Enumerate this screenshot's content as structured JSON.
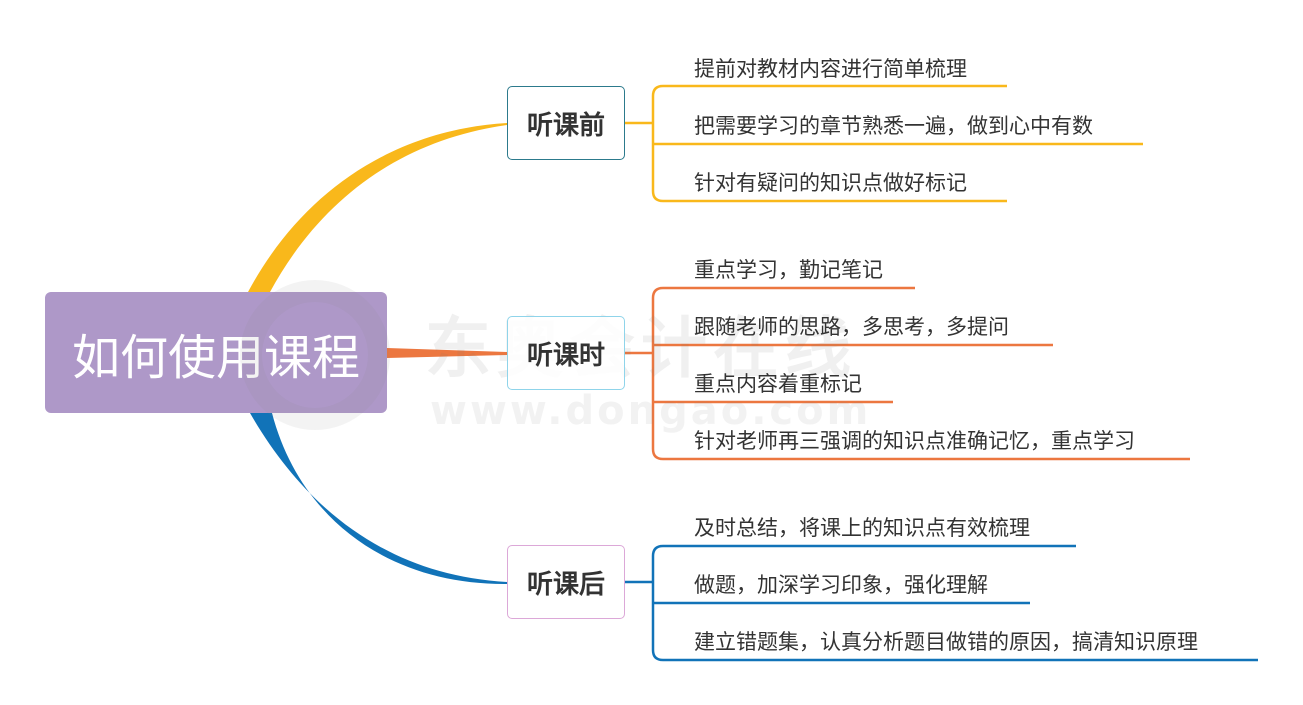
{
  "root": {
    "label": "如何使用课程"
  },
  "colors": {
    "before": "#f9b81b",
    "during": "#ec7740",
    "after": "#1173b8",
    "root_fill": "#ae98c8"
  },
  "branches": [
    {
      "label": "听课前",
      "items": [
        "提前对教材内容进行简单梳理",
        "把需要学习的章节熟悉一遍，做到心中有数",
        "针对有疑问的知识点做好标记"
      ]
    },
    {
      "label": "听课时",
      "items": [
        "重点学习，勤记笔记",
        "跟随老师的思路，多思考，多提问",
        "重点内容着重标记",
        "针对老师再三强调的知识点准确记忆，重点学习"
      ]
    },
    {
      "label": "听课后",
      "items": [
        "及时总结，将课上的知识点有效梳理",
        "做题，加深学习印象，强化理解",
        "建立错题集，认真分析题目做错的原因，搞清知识原理"
      ]
    }
  ],
  "watermark": {
    "brand": "东奥会计在线",
    "url": "www.dongao.com"
  }
}
